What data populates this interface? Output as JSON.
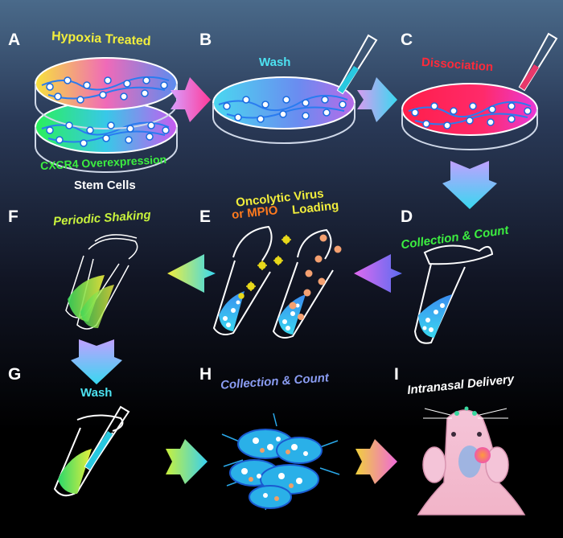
{
  "colors": {
    "bg_top": "#4a6a8a",
    "bg_bottom": "#000000",
    "yellow": "#f2ee3c",
    "cyan": "#4de3f2",
    "red": "#ff2a3a",
    "green": "#3cee40",
    "orange": "#ff7a1e",
    "lime": "#c8f23c",
    "blue": "#8a9cf2",
    "white": "#ffffff"
  },
  "steps": [
    {
      "letter": "A",
      "captions": [
        "Hypoxia Treated",
        "CXCR4 Overexpression",
        "Stem Cells"
      ]
    },
    {
      "letter": "B",
      "captions": [
        "Wash"
      ]
    },
    {
      "letter": "C",
      "captions": [
        "Dissociation"
      ]
    },
    {
      "letter": "D",
      "captions": [
        "Collection & Count"
      ]
    },
    {
      "letter": "E",
      "captions": [
        "Oncolytic Virus",
        "or MPIO",
        "Loading"
      ]
    },
    {
      "letter": "F",
      "captions": [
        "Periodic Shaking"
      ]
    },
    {
      "letter": "G",
      "captions": [
        "Wash"
      ]
    },
    {
      "letter": "H",
      "captions": [
        "Collection & Count"
      ]
    },
    {
      "letter": "I",
      "captions": [
        "Intranasal Delivery"
      ]
    }
  ],
  "icons": [
    "petri-dish",
    "pipette",
    "centrifuge-tube",
    "virus-particle",
    "mpio-bead",
    "cell-cluster",
    "mouse",
    "flow-arrow"
  ]
}
